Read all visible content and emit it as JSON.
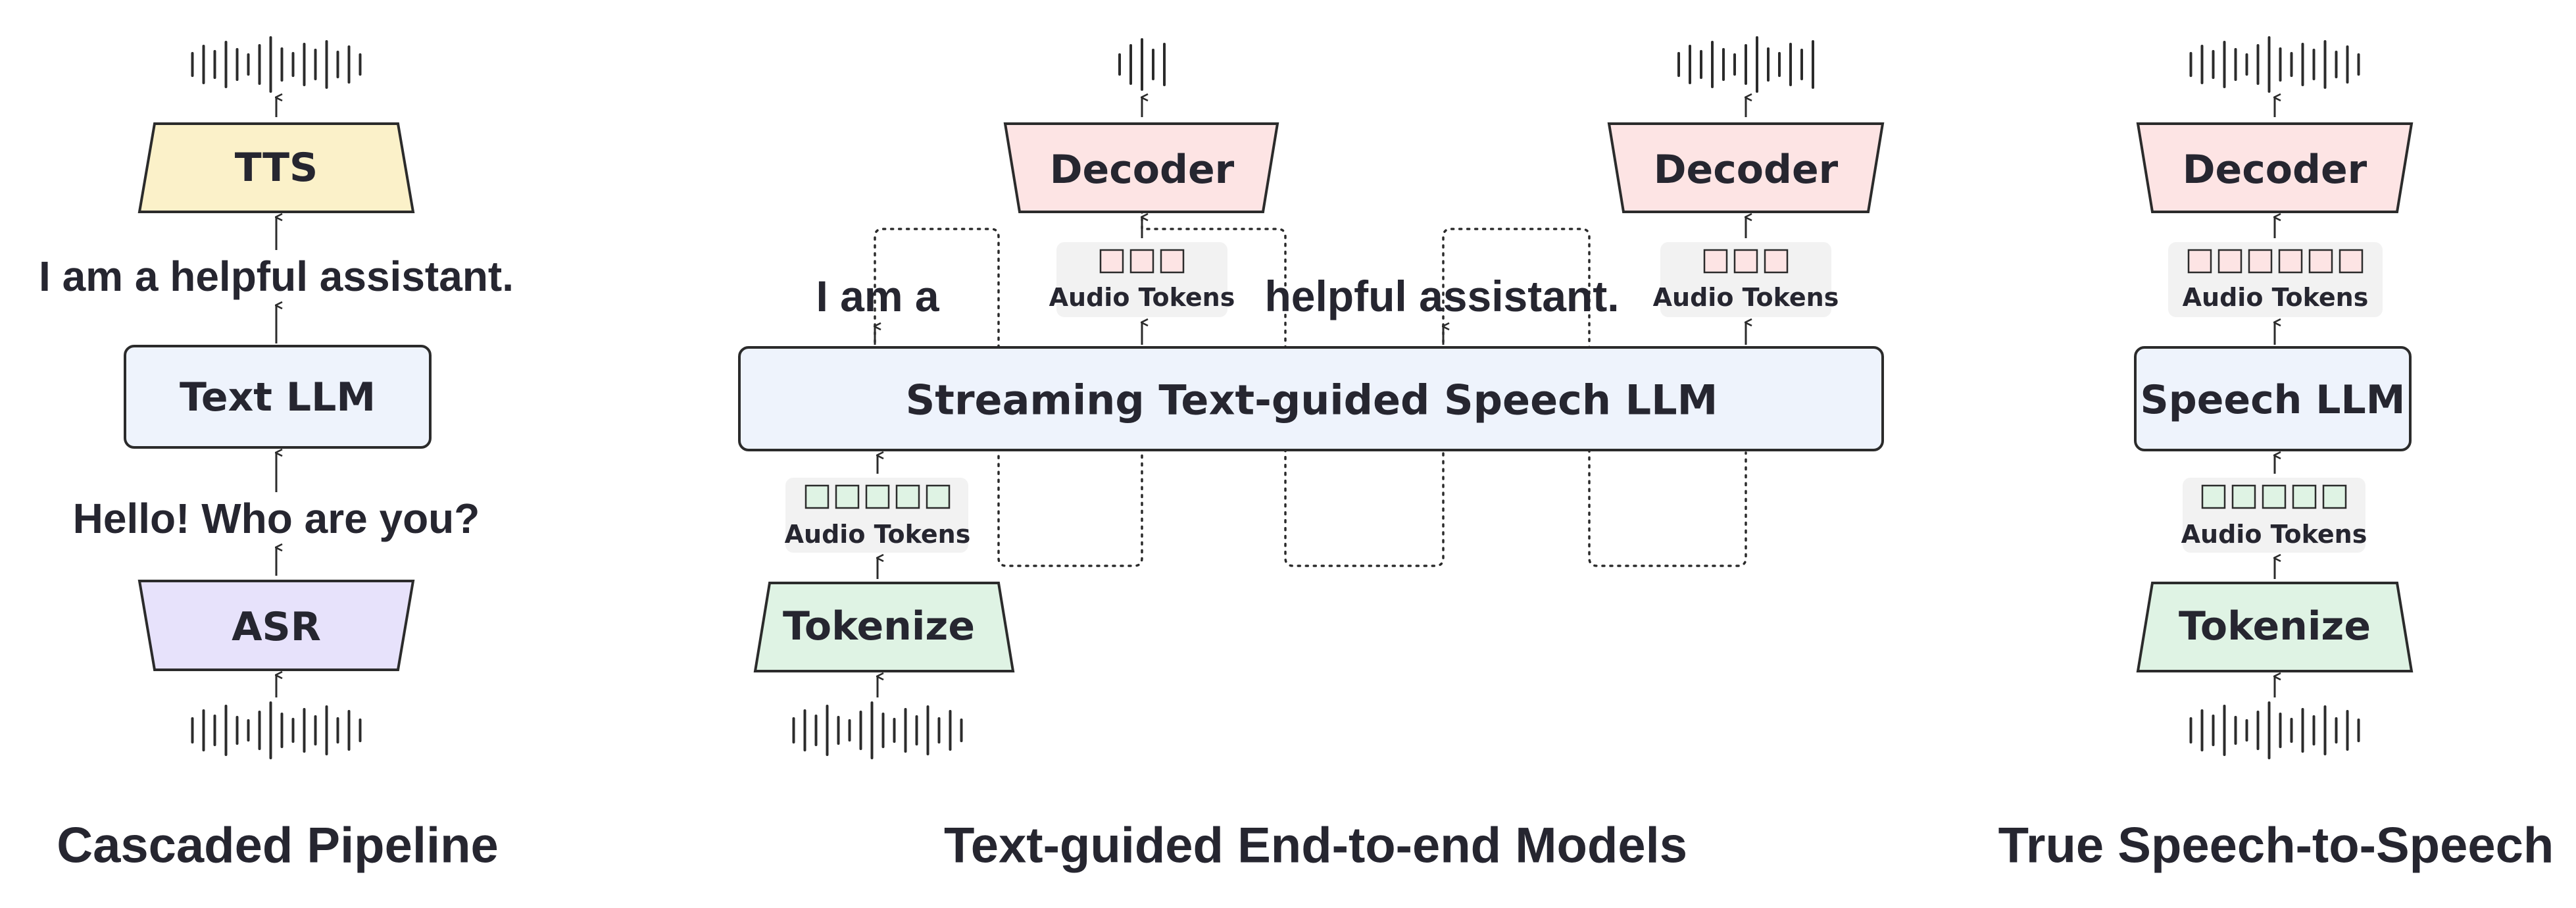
{
  "colors": {
    "tts": "#fbf1c9",
    "asr": "#e7e2fb",
    "llm": "#eef3fc",
    "decoder": "#fde4e4",
    "tokenize": "#dff3e4",
    "token_panel": "#f2f2f2",
    "out_square": "#fde4e4",
    "in_square": "#dff3e4",
    "stroke": "#2b2b2b"
  },
  "cascaded": {
    "title": "Cascaded Pipeline",
    "tts_label": "TTS",
    "text_llm_label": "Text LLM",
    "asr_label": "ASR",
    "output_text": "I am a helpful assistant.",
    "input_text": "Hello! Who are you?"
  },
  "text_guided": {
    "title": "Text-guided End-to-end Models",
    "llm_label": "Streaming Text-guided Speech LLM",
    "decoder_label": "Decoder",
    "tokenize_label": "Tokenize",
    "audio_tokens_label": "Audio Tokens",
    "text_chunk_1": "I am a",
    "text_chunk_2": "helpful assistant."
  },
  "true_s2s": {
    "title": "True Speech-to-Speech",
    "decoder_label": "Decoder",
    "llm_label": "Speech LLM",
    "tokenize_label": "Tokenize",
    "audio_tokens_label": "Audio Tokens"
  },
  "icons": [
    "waveform-icon",
    "up-arrow-icon"
  ]
}
